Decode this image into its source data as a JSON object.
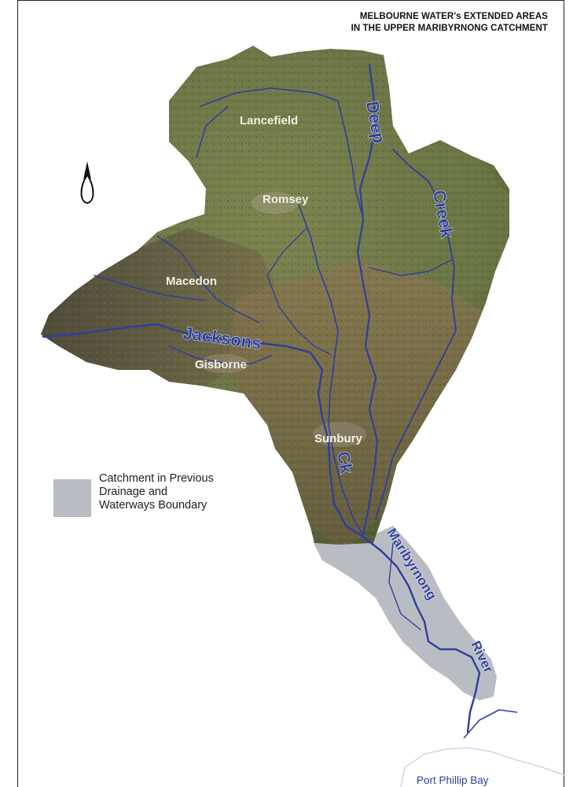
{
  "title": {
    "line1": "MELBOURNE WATER's EXTENDED AREAS",
    "line2": "IN THE UPPER MARIBYRNONG CATCHMENT"
  },
  "north_arrow": {
    "icon": "north-arrow-icon"
  },
  "towns": {
    "lancefield": "Lancefield",
    "romsey": "Romsey",
    "macedon": "Macedon",
    "gisborne": "Gisborne",
    "sunbury": "Sunbury"
  },
  "waterways": {
    "deep": "Deep",
    "creek": "Creek",
    "jacksons": "Jacksons",
    "ck": "Ck",
    "maribyrnong": "Maribyrnong",
    "river": "River"
  },
  "water_body": {
    "port_phillip_bay": "Port Phillip Bay"
  },
  "legend": {
    "line1": "Catchment in Previous",
    "line2": "Drainage and",
    "line3": "Waterways Boundary"
  },
  "colors": {
    "river": "#2f3f9e",
    "previous_catchment": "#b9bdc3",
    "terrain_green": "#6f7a45",
    "terrain_brown": "#85704a",
    "terrain_dark": "#4d4739",
    "town_label": "#f2efe4"
  }
}
